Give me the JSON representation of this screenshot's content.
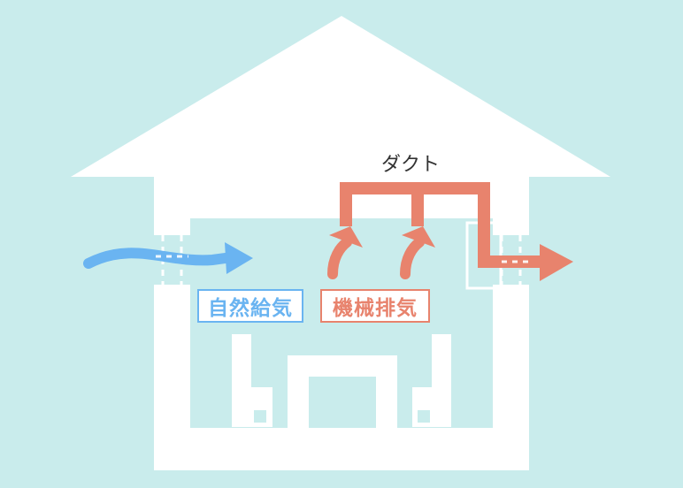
{
  "labels": {
    "duct": "ダクト",
    "natural_supply": "自然給気",
    "mechanical_exhaust": "機械排気"
  },
  "colors": {
    "background": "#c9ecec",
    "house": "#ffffff",
    "room": "#c9ecec",
    "supply": "#6ab4f1",
    "exhaust": "#e8836d",
    "text": "#333333"
  }
}
